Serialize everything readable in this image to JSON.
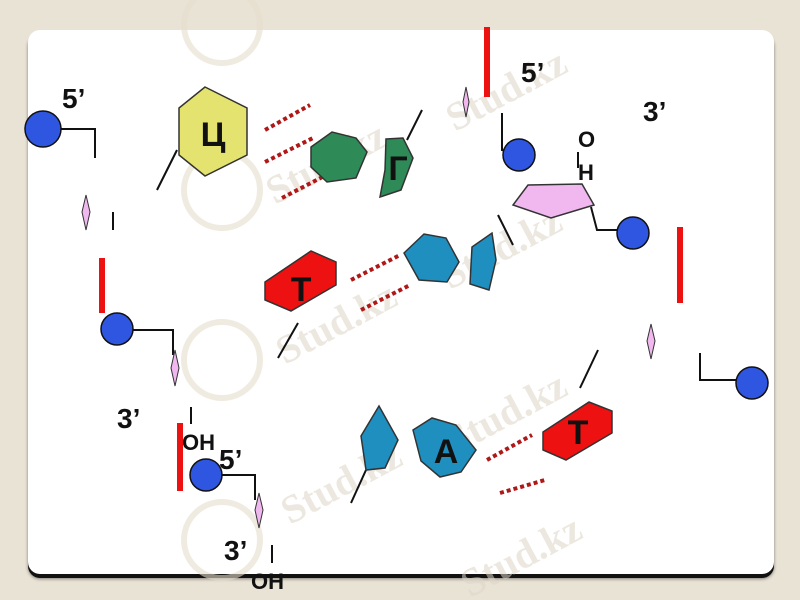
{
  "watermark": {
    "text": "Stud.kz"
  },
  "colors": {
    "phosphate": "#2f56e0",
    "bond_marker": "#ee1111",
    "hydrogen_bond": "#b01818",
    "cytosine": "#e5e36f",
    "guanine": "#2e8b57",
    "thymine": "#ee1111",
    "adenine": "#1f8fc0",
    "ribose": "#f0b8ee",
    "deoxy_marker": "#f0b8ee"
  },
  "bases": {
    "cytosine": {
      "letter": "Ц",
      "icon": "hexagon"
    },
    "guanine": {
      "letter": "Г",
      "icon": "purine-double-ring"
    },
    "thymine_top": {
      "letter": "Т",
      "icon": "elongated-hexagon"
    },
    "adenine": {
      "letter": "А",
      "icon": "purine-double-ring"
    },
    "thymine_bottom": {
      "letter": "Т",
      "icon": "elongated-hexagon"
    }
  },
  "labels": {
    "five_prime_left": "5’",
    "five_prime_top_right": "5’",
    "three_prime_right": "3’",
    "three_prime_left": "3’",
    "five_prime_bottom": "5’",
    "three_prime_bottom": "3’",
    "oh_left": "OH",
    "oh_bottom": "OH",
    "oh_top_o": "O",
    "oh_top_h": "H"
  }
}
